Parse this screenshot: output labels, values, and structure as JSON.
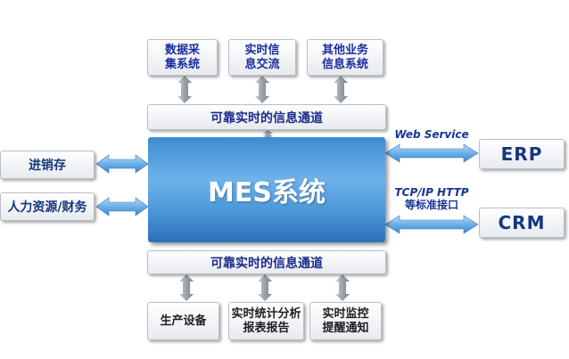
{
  "top_modules": [
    {
      "line1": "数据采",
      "line2": "集系统"
    },
    {
      "line1": "实时信",
      "line2": "息交流"
    },
    {
      "line1": "其他业务",
      "line2": "信息系统"
    }
  ],
  "channel_top": "可靠实时的信息通道",
  "channel_bottom": "可靠实时的信息通道",
  "core": "MES系统",
  "left_modules": [
    "进销存",
    "人力资源/财务"
  ],
  "right_modules": [
    "ERP",
    "CRM"
  ],
  "right_labels": {
    "web_service": "Web Service",
    "interface_line1": "TCP/IP HTTP",
    "interface_line2": "等标准接口"
  },
  "bottom_modules": [
    {
      "line1": "生产设备",
      "line2": ""
    },
    {
      "line1": "实时统计分析",
      "line2": "报表报告"
    },
    {
      "line1": "实时监控",
      "line2": "提醒通知"
    }
  ],
  "colors": {
    "accent_blue": "#4b97d9",
    "arrow_fill": "#7fb8e8",
    "arrow_gray": "#9ea4ab"
  }
}
